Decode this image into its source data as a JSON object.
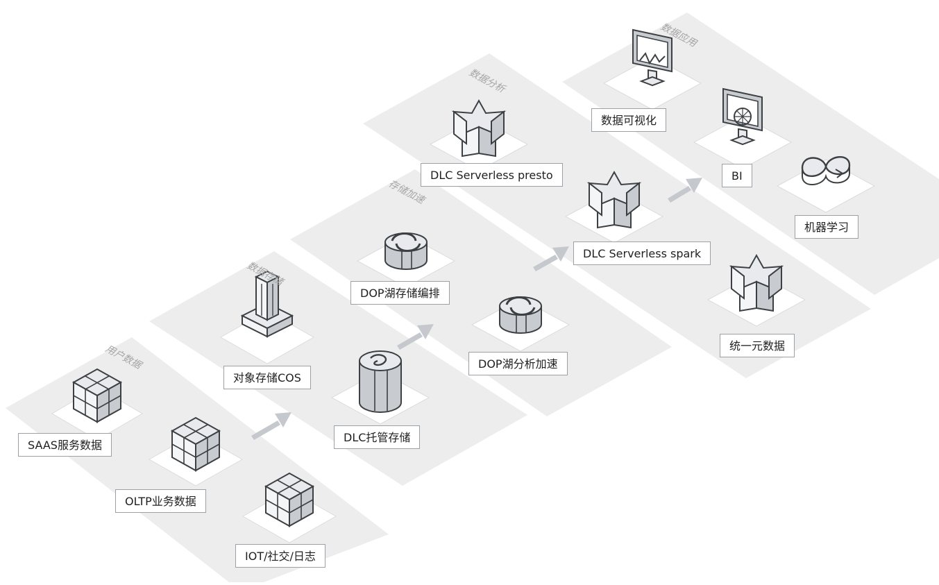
{
  "zones": {
    "user_data": "用户数据",
    "data_storage": "数据存储",
    "storage_acceleration": "存储加速",
    "data_analysis": "数据分析",
    "data_application": "数据应用"
  },
  "nodes": {
    "saas": "SAAS服务数据",
    "oltp": "OLTP业务数据",
    "iot": "IOT/社交/日志",
    "cos": "对象存储COS",
    "dlc_storage": "DLC托管存储",
    "dop_orchestration": "DOP湖存储编排",
    "dop_acceleration": "DOP湖分析加速",
    "presto": "DLC Serverless presto",
    "spark": "DLC Serverless spark",
    "metadata": "统一元数据",
    "visualization": "数据可视化",
    "bi": "BI",
    "ml": "机器学习"
  },
  "icons": {
    "saas": "data-cube-icon",
    "oltp": "data-cube-icon",
    "iot": "data-cube-icon",
    "cos": "object-storage-building-icon",
    "dlc_storage": "managed-storage-cylinder-icon",
    "dop_orchestration": "lake-orchestration-swirl-icon",
    "dop_acceleration": "lake-acceleration-swirl-icon",
    "presto": "compute-star-icon",
    "spark": "compute-star-icon",
    "metadata": "compute-star-icon",
    "visualization": "monitor-chart-icon",
    "bi": "monitor-bi-icon",
    "ml": "infinity-loop-icon"
  },
  "colors": {
    "zone_fill": "#ededed",
    "tile_fill": "#ffffff",
    "tile_edge": "#d9d9d9",
    "icon_stroke": "#3c4043",
    "icon_face": "#e8eaed",
    "icon_side": "#c8cbd0",
    "arrow": "#c5c9ce",
    "zone_text": "#a6a6a6"
  }
}
